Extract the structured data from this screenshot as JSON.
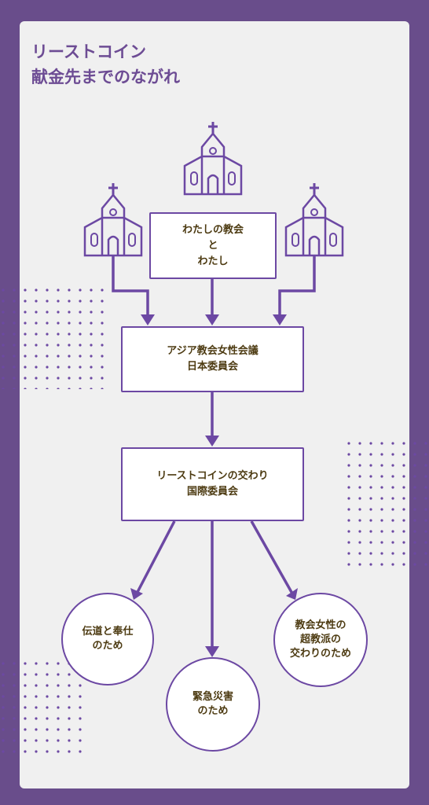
{
  "title": {
    "line1": "リーストコイン",
    "line2": "献金先までのながれ"
  },
  "nodes": {
    "top": {
      "line1": "わたしの教会",
      "line2": "と",
      "line3": "わたし"
    },
    "asia": {
      "line1": "アジア教会女性会議",
      "line2": "日本委員会"
    },
    "intl": {
      "line1": "リーストコインの交わり",
      "line2": "国際委員会"
    },
    "mission": {
      "line1": "伝道と奉仕",
      "line2": "のため"
    },
    "disaster": {
      "line1": "緊急災害",
      "line2": "のため"
    },
    "ecumenical": {
      "line1": "教会女性の",
      "line2": "超教派の",
      "line3": "交わりのため"
    }
  },
  "colors": {
    "background": "#694d8b",
    "card": "#f0f0f0",
    "accent": "#6c48a3",
    "text": "#4d3b12",
    "title": "#6d4c94"
  },
  "icons": [
    "church-icon",
    "church-icon",
    "church-icon"
  ]
}
